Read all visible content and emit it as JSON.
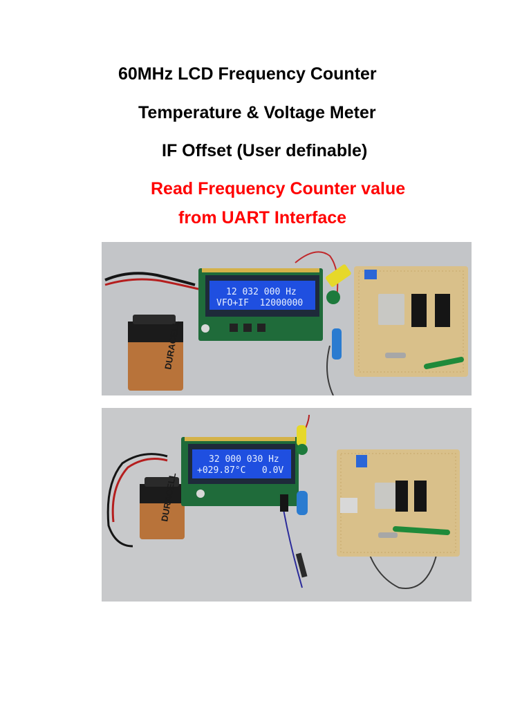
{
  "title_lines": [
    "60MHz LCD Frequency Counter",
    "Temperature & Voltage Meter",
    "IF Offset (User definable)"
  ],
  "highlight_lines": [
    "Read Frequency Counter value",
    "from UART Interface"
  ],
  "photos": [
    {
      "lcd_line1": "12 032 000 Hz",
      "lcd_line2": "VFO+IF  12000000",
      "battery_brand": "DURACELL"
    },
    {
      "lcd_line1": "32 000 030 Hz",
      "lcd_line2": "+029.87°C   0.0V",
      "battery_brand": "DURACELL"
    }
  ],
  "colors": {
    "heading": "#000000",
    "highlight": "#ff0000",
    "lcd_background": "#1f4fe0",
    "pcb_green": "#1f6b3a",
    "protoboard": "#d9c08a"
  }
}
